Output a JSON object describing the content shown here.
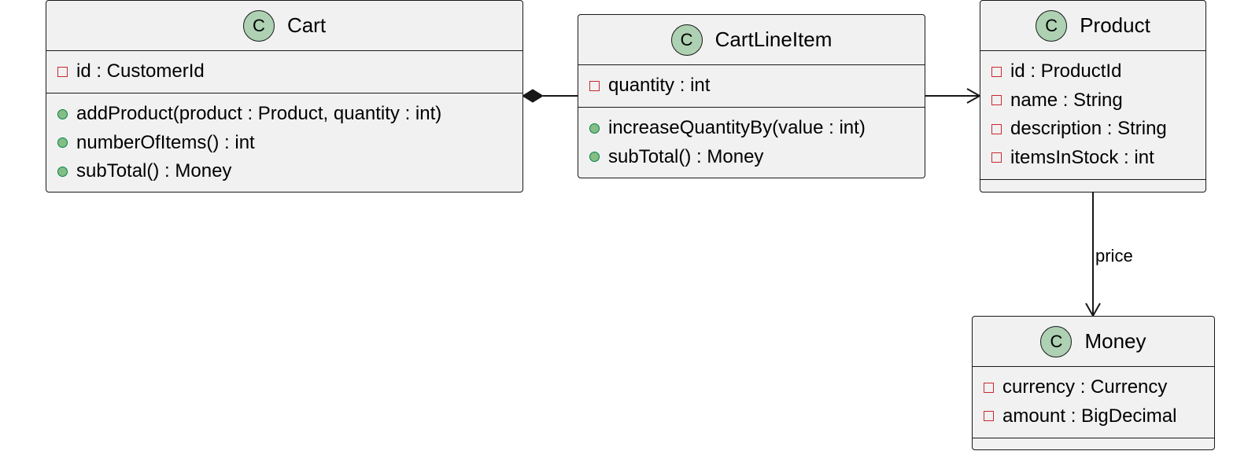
{
  "classes": {
    "cart": {
      "stereotype": "C",
      "name": "Cart",
      "fields": [
        "id : CustomerId"
      ],
      "methods": [
        "addProduct(product : Product, quantity : int)",
        "numberOfItems() : int",
        "subTotal() : Money"
      ]
    },
    "cart_line_item": {
      "stereotype": "C",
      "name": "CartLineItem",
      "fields": [
        "quantity : int"
      ],
      "methods": [
        "increaseQuantityBy(value : int)",
        "subTotal() : Money"
      ]
    },
    "product": {
      "stereotype": "C",
      "name": "Product",
      "fields": [
        "id : ProductId",
        "name : String",
        "description : String",
        "itemsInStock : int"
      ],
      "methods": []
    },
    "money": {
      "stereotype": "C",
      "name": "Money",
      "fields": [
        "currency : Currency",
        "amount : BigDecimal"
      ],
      "methods": []
    }
  },
  "relations": [
    {
      "from": "Cart",
      "to": "CartLineItem",
      "type": "composition",
      "label": ""
    },
    {
      "from": "CartLineItem",
      "to": "Product",
      "type": "association",
      "label": ""
    },
    {
      "from": "Product",
      "to": "Money",
      "type": "association",
      "label": "price"
    }
  ],
  "colors": {
    "class_fill": "#f1f1f1",
    "border": "#181818",
    "stereotype_circle": "#add1b2",
    "private_marker": "#c82930",
    "public_marker_fill": "#84be84",
    "public_marker_border": "#038048"
  }
}
